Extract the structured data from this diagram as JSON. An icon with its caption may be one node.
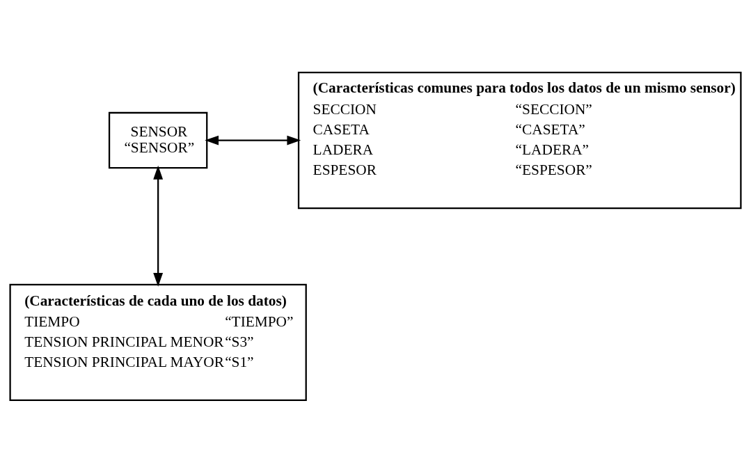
{
  "diagram": {
    "nodes": [
      {
        "text": [
          "SENSOR",
          "“SENSOR”"
        ]
      },
      {
        "text": [
          "(Características comunes para todos los datos de un mismo sensor)",
          "SECCION",
          "“SECCION”",
          "CASETA",
          "“CASETA”",
          "LADERA",
          "“LADERA”",
          "ESPESOR",
          "“ESPESOR”"
        ]
      },
      {
        "text": [
          "(Características de cada uno de los datos)",
          "TIEMPO",
          "“TIEMPO”",
          "TENSION PRINCIPAL MENOR",
          "“S3”",
          "TENSION PRINCIPAL MAYOR",
          "“S1”"
        ]
      }
    ],
    "edges": [
      {
        "from": 0,
        "to": 1,
        "arrow": "both"
      },
      {
        "from": 0,
        "to": 2,
        "arrow": "both"
      }
    ]
  }
}
